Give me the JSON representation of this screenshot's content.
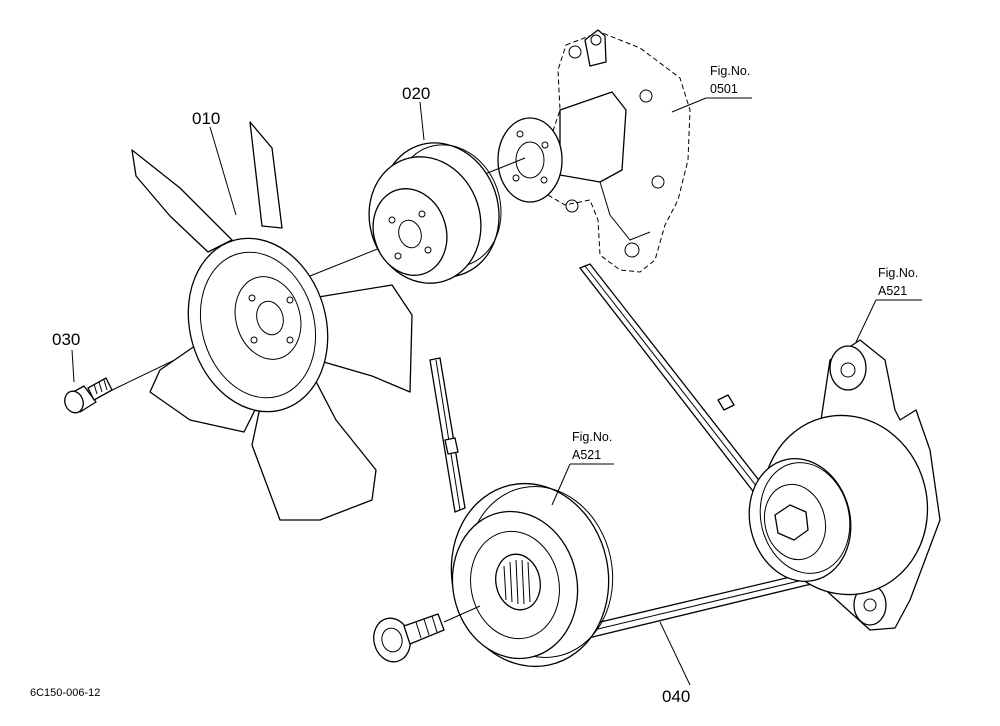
{
  "parts": [
    {
      "id": "p010",
      "number": "010"
    },
    {
      "id": "p020",
      "number": "020"
    },
    {
      "id": "p030",
      "number": "030"
    },
    {
      "id": "p040",
      "number": "040"
    }
  ],
  "fig_refs": [
    {
      "id": "ref_pump",
      "label": "Fig.No.",
      "number": "0501"
    },
    {
      "id": "ref_alt",
      "label": "Fig.No.",
      "number": "A521"
    },
    {
      "id": "ref_crank",
      "label": "Fig.No.",
      "number": "A521"
    }
  ],
  "diagram_code": "6C150-006-12"
}
